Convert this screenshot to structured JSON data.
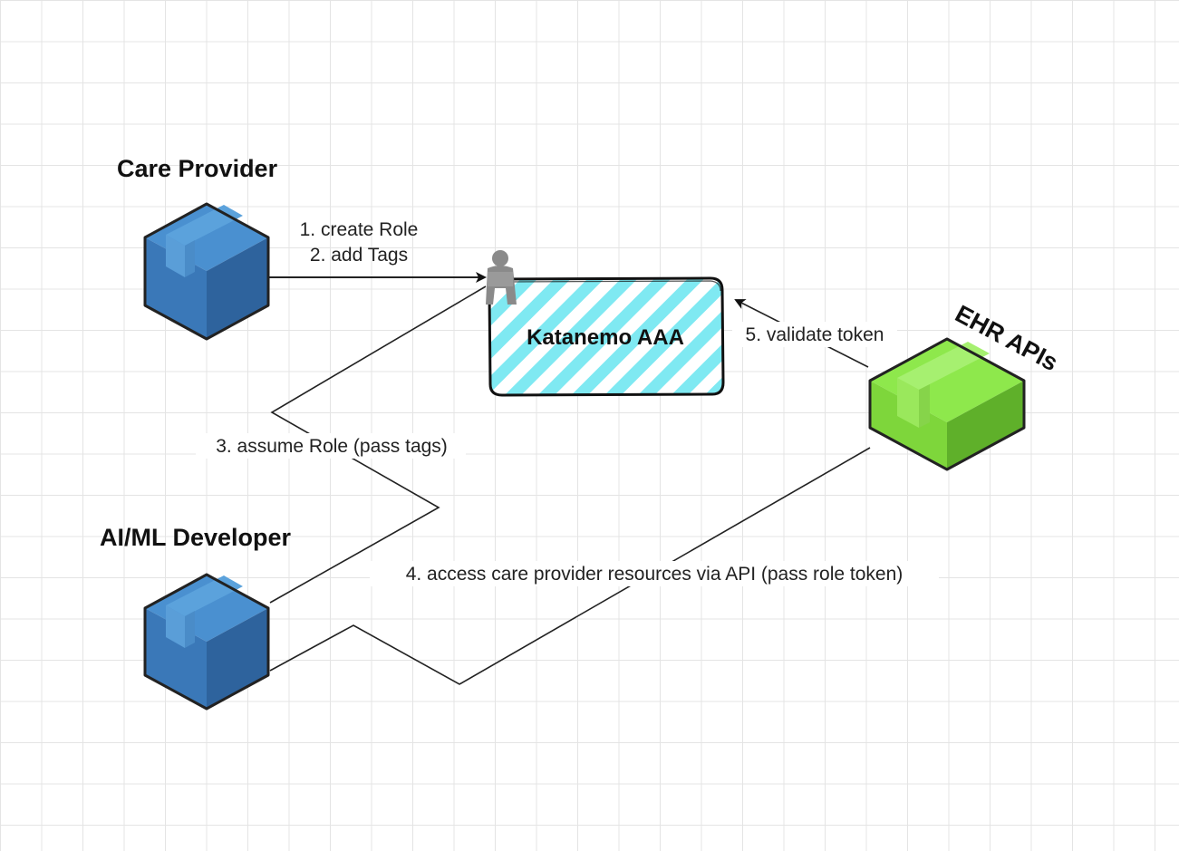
{
  "actors": {
    "care_provider": "Care Provider",
    "developer": "AI/ML Developer",
    "ehr": "EHR APIs"
  },
  "service": {
    "name": "Katanemo AAA",
    "fill_color": "#7fe9f2"
  },
  "steps": {
    "create_role": "1. create Role",
    "add_tags": "2. add Tags",
    "assume_role": "3. assume Role (pass tags)",
    "access": "4. access care provider resources via API (pass role token)",
    "validate": "5. validate token"
  },
  "colors": {
    "actor_box": "#3a78b8",
    "ehr_box": "#7ed63b",
    "grid": "#e4e4e4"
  },
  "icons": {
    "actor": "cube-icon",
    "service_badge": "user-icon"
  }
}
